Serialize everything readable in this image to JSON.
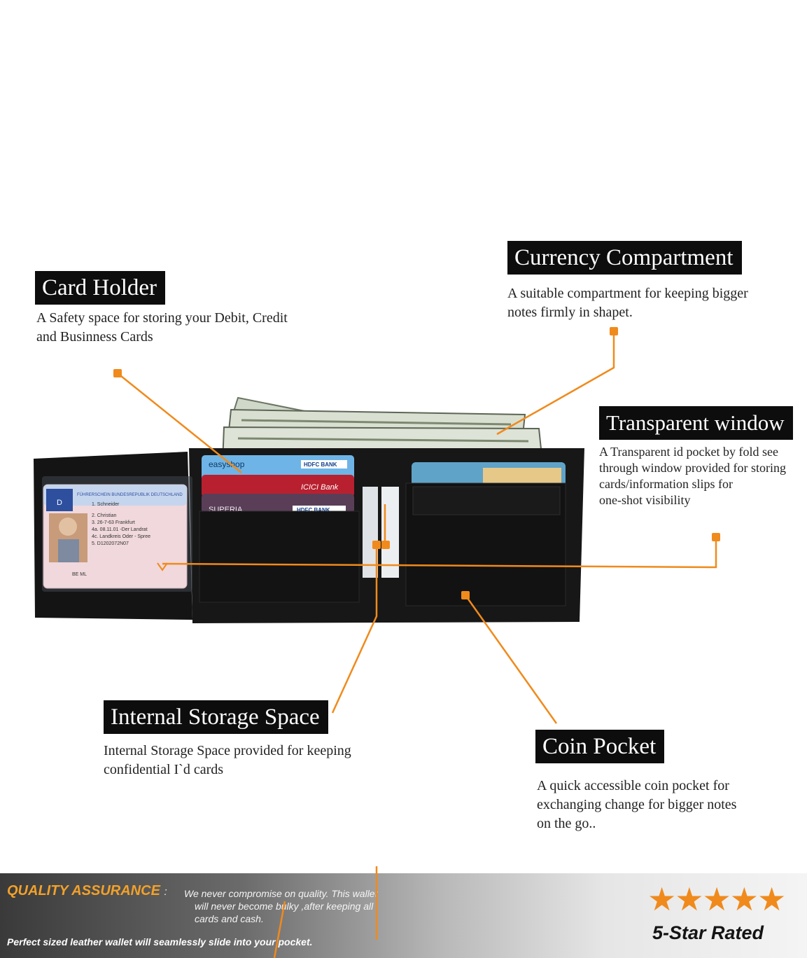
{
  "callouts": {
    "card_holder": {
      "title": "Card Holder",
      "lines": [
        "A Safety space for storing your Debit, Credit",
        "and Businness Cards"
      ]
    },
    "currency": {
      "title": "Currency Compartment",
      "lines": [
        "A suitable compartment for keeping bigger",
        "notes firmly in shapet."
      ]
    },
    "transparent": {
      "title": "Transparent window",
      "lines": [
        "A Transparent id pocket by fold see",
        "through window provided for storing",
        "cards/information slips for",
        "one-shot visibility"
      ]
    },
    "internal": {
      "title": "Internal Storage Space",
      "lines": [
        "Internal Storage Space provided for keeping",
        "confidential I`d cards"
      ]
    },
    "coin": {
      "title": "Coin Pocket",
      "lines": [
        "A quick accessible coin pocket for",
        "exchanging change for bigger notes",
        "on the go.."
      ]
    }
  },
  "wallet": {
    "cards": [
      "easyshop",
      "HDFC BANK",
      "ICICI Bank",
      "SUPERIA",
      "HDFC BANK"
    ],
    "id_card": {
      "header": "FÜHRERSCHEIN BUNDESREPUBLIK DEUTSCHLAND",
      "country": "D",
      "lines": [
        "1. Schneider",
        "2. Christian",
        "3. 26-7-63 Frankfurt",
        "4a. 08.11.01  -Der Landrat",
        "4c. Landkreis Oder - Spree",
        "5. D1202072N07"
      ],
      "flags": "BE ML"
    }
  },
  "footer": {
    "quality_title": "QUALITY ASSURANCE",
    "quality_sep": ":",
    "quality_line1": "We never compromise on quality. This wallet",
    "quality_line2": "will never become bulky ,after keeping all",
    "quality_line3": "cards and cash.",
    "bottom_line": "Perfect sized leather wallet will seamlessly slide into your pocket.",
    "stars": "★★★★★",
    "rating_text": "5-Star Rated"
  },
  "colors": {
    "accent": "#f08a1c",
    "tag_bg": "#0d0d0d",
    "wallet": "#161616"
  }
}
